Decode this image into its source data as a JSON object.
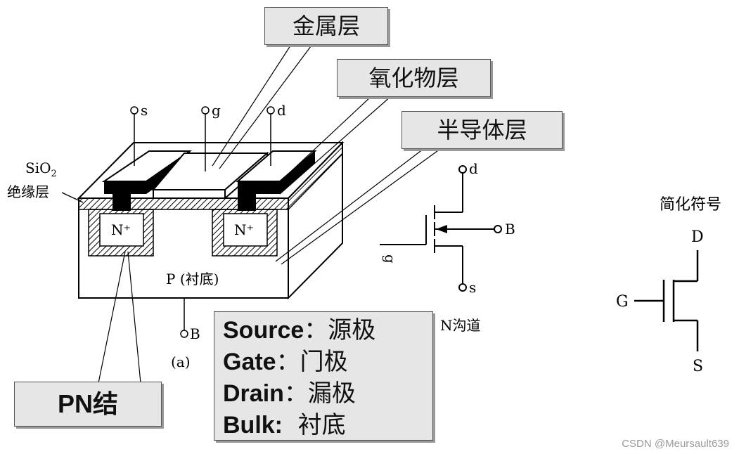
{
  "callouts": {
    "metal": "金属层",
    "oxide": "氧化物层",
    "semiconductor": "半导体层",
    "pn": "PN结"
  },
  "terminals": {
    "s": "s",
    "g": "g",
    "d": "d",
    "b": "B"
  },
  "labels": {
    "sio2": "SiO",
    "sio2_sub": "2",
    "insulation": "绝缘层",
    "n_plus_left": "N⁺",
    "n_plus_right": "N⁺",
    "substrate": "P (衬底)",
    "fig": "(a)"
  },
  "symbol_n": {
    "d": "d",
    "g": "g",
    "b": "B",
    "s": "s",
    "caption": "N沟道"
  },
  "symbol_simple": {
    "title": "简化符号",
    "d": "D",
    "g": "G",
    "s": "S"
  },
  "legend": [
    {
      "key": "Source",
      "sep": "：",
      "val": "源极"
    },
    {
      "key": "Gate",
      "sep": "：",
      "val": "门极"
    },
    {
      "key": "Drain",
      "sep": "：",
      "val": "漏极"
    },
    {
      "key": "Bulk:",
      "sep": "  ",
      "val": "衬底"
    }
  ],
  "watermark": "CSDN @Meursault639"
}
